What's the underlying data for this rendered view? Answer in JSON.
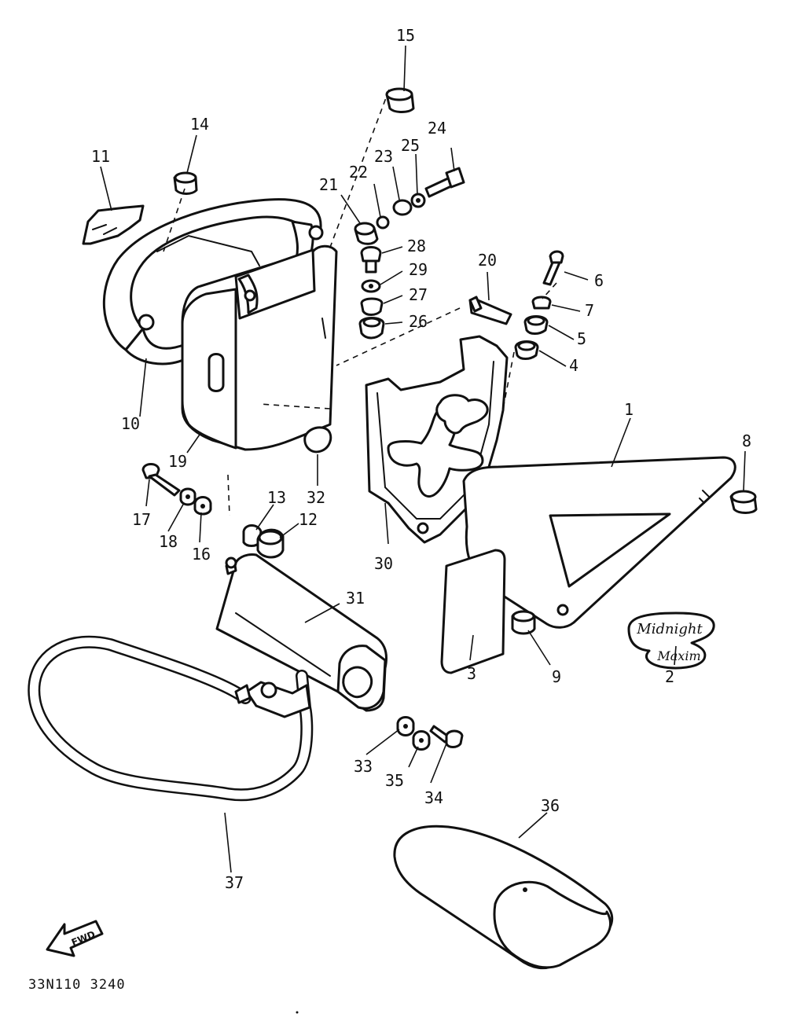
{
  "diagram_code": "33N110 3240",
  "fwd_label": "FWD",
  "emblem_text": [
    "Midnight",
    "Maxim"
  ],
  "callouts": {
    "c1": "1",
    "c2": "2",
    "c3": "3",
    "c4": "4",
    "c5": "5",
    "c6": "6",
    "c7": "7",
    "c8": "8",
    "c9": "9",
    "c10": "10",
    "c11": "11",
    "c12": "12",
    "c13": "13",
    "c14": "14",
    "c15": "15",
    "c16": "16",
    "c17": "17",
    "c18": "18",
    "c19": "19",
    "c20": "20",
    "c21": "21",
    "c22": "22",
    "c23": "23",
    "c24": "24",
    "c25": "25",
    "c26": "26",
    "c27": "27",
    "c28": "28",
    "c29": "29",
    "c30": "30",
    "c31": "31",
    "c32": "32",
    "c33": "33",
    "c34": "34",
    "c35": "35",
    "c36": "36",
    "c37": "37"
  }
}
